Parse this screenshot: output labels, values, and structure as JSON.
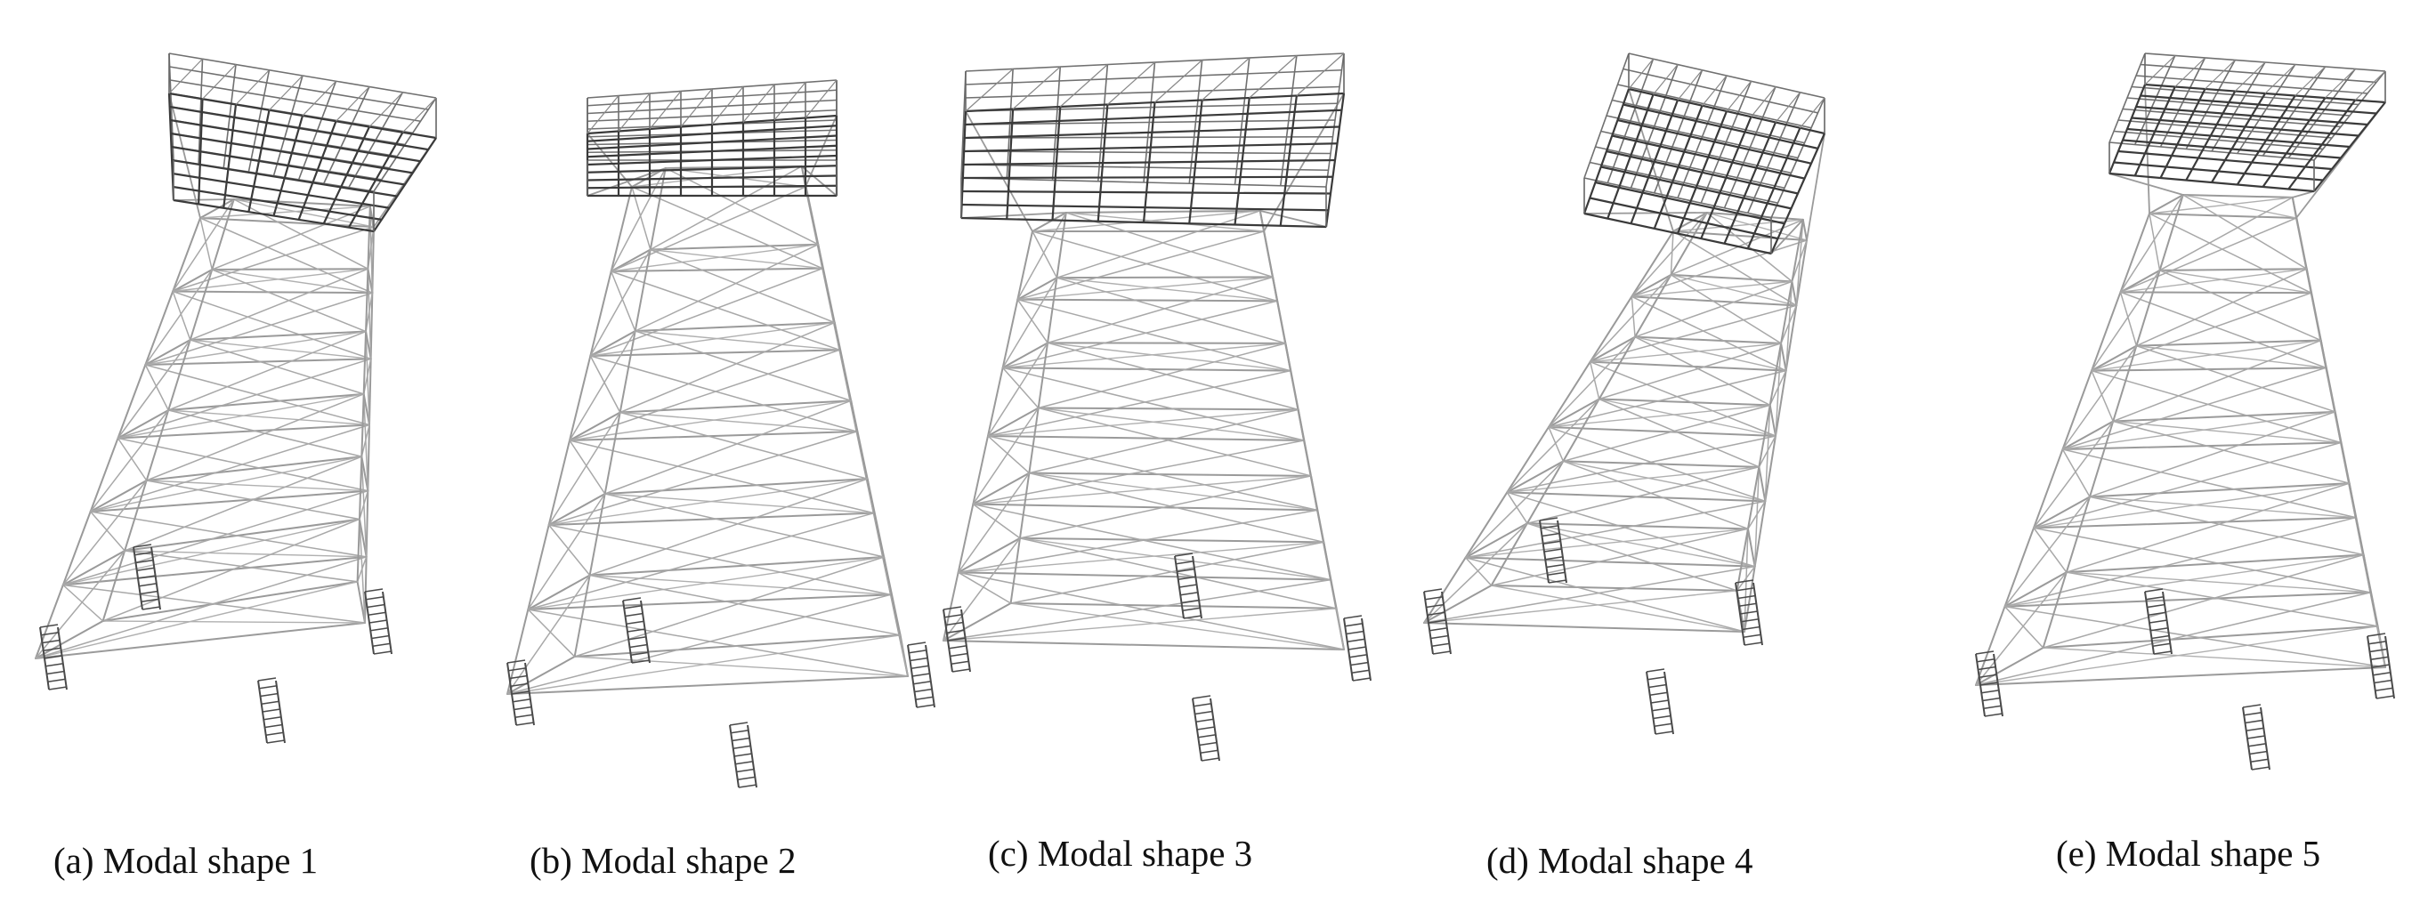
{
  "colors": {
    "frame": "#9a9a9a",
    "deck": "#3a3a3a",
    "ladder": "#4a4a4a",
    "text": "#111111",
    "background": "#ffffff"
  },
  "panels": [
    {
      "id": "a",
      "caption": "(a) Modal shape 1"
    },
    {
      "id": "b",
      "caption": "(b) Modal shape 2"
    },
    {
      "id": "c",
      "caption": "(c) Modal shape 3"
    },
    {
      "id": "d",
      "caption": "(d) Modal shape 4"
    },
    {
      "id": "e",
      "caption": "(e) Modal shape 5"
    }
  ]
}
